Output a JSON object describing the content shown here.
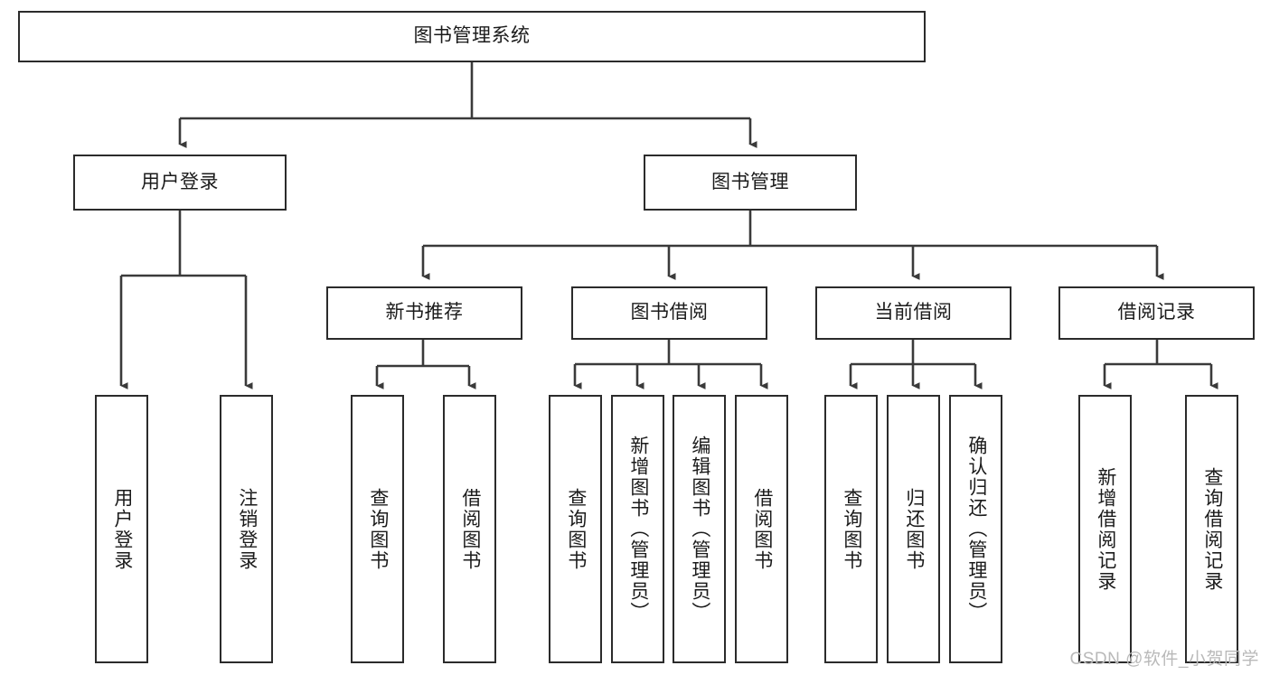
{
  "diagram": {
    "title_node": {
      "label": "图书管理系统"
    },
    "level2": [
      {
        "label": "用户登录"
      },
      {
        "label": "图书管理"
      }
    ],
    "level3": [
      {
        "label": "新书推荐"
      },
      {
        "label": "图书借阅"
      },
      {
        "label": "当前借阅"
      },
      {
        "label": "借阅记录"
      }
    ],
    "leaves": {
      "user_login": [
        {
          "label": "用户登录"
        },
        {
          "label": "注销登录"
        }
      ],
      "new_book_recommend": [
        {
          "label": "查询图书"
        },
        {
          "label": "借阅图书"
        }
      ],
      "book_borrow": [
        {
          "label": "查询图书"
        },
        {
          "label": "新增图书（管理员）"
        },
        {
          "label": "编辑图书（管理员）"
        },
        {
          "label": "借阅图书"
        }
      ],
      "current_borrow": [
        {
          "label": "查询图书"
        },
        {
          "label": "归还图书"
        },
        {
          "label": "确认归还（管理员）"
        }
      ],
      "borrow_record": [
        {
          "label": "新增借阅记录"
        },
        {
          "label": "查询借阅记录"
        }
      ]
    }
  },
  "watermark": {
    "text": "CSDN @软件_小贺同学"
  },
  "colors": {
    "box_border": "#2b2b2b",
    "box_fill": "#ffffff",
    "connector": "#3a3a3a",
    "text": "#1b1b1b",
    "watermark": "#b9b9b9"
  }
}
